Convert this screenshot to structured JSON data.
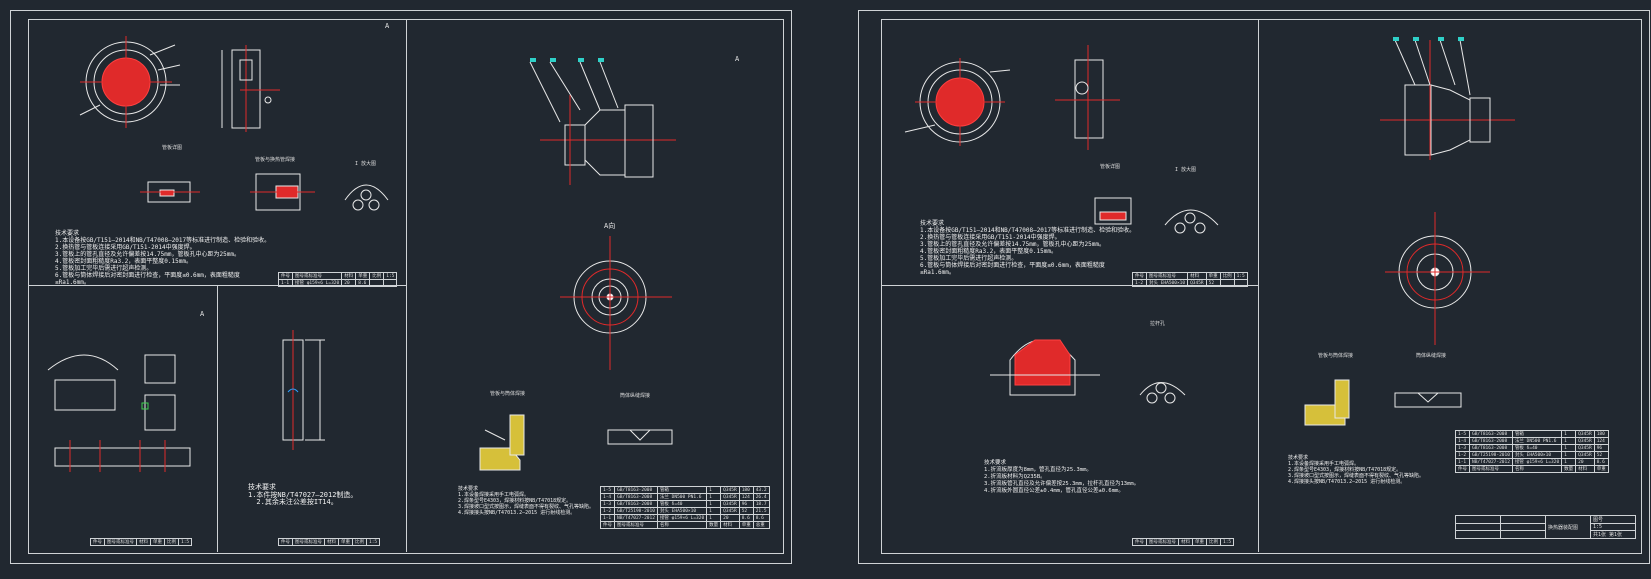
{
  "left_sheet": {
    "north_marks": [
      "A",
      "A",
      "A"
    ],
    "view_label_a": "A向",
    "section_label_1": "管板详图",
    "section_label_2": "管板与换热管焊接",
    "section_label_3": "I 放大图",
    "weld_label_1": "管板与筒体焊接",
    "weld_label_2": "筒体纵缝焊接",
    "notes_top": "技术要求\n1.本设备按GB/T151—2014和NB/T47008—2017等标准进行制造、检验和验收。\n2.换热管与管板连接采用GB/T151-2014中强度焊。\n3.管板上的管孔直径及允许偏差按14.75mm，管板孔中心距为25mm。\n4.管板密封面粗糙度Ra3.2，表面平整度0.15mm。\n5.管板加工完毕后需进行超声检测。\n6.管板与筒体焊接后对密封面进行检查，平面度≤0.6mm，表面粗糙度\n≤Ra1.6mm。",
    "notes_bottom_mid": "技术要求\n1.本件按NB/T47027—2012制造。\n  2.其余未注公差按IT14。",
    "notes_bottom_right": "技术要求\n1.本设备焊接采用手工电弧焊。\n2.焊条型号E4303，焊接材料按NB/T47018规定。\n3.焊接坡口型式按图示，焊缝表面不得有裂纹、气孔等缺陷。\n4.焊接接头按NB/T47013.2—2015 进行射线检测。"
  },
  "right_sheet": {
    "section_label_1": "管板详图",
    "section_label_2": "I 放大图",
    "section_label_3": "拉杆孔",
    "weld_label_1": "管板与筒体焊接",
    "weld_label_2": "筒体纵缝焊接",
    "notes_top": "技术要求\n1.本设备按GB/T151—2014和NB/T47008—2017等标准进行制造、检验和验收。\n2.换热管与管板连接采用GB/T151-2014中强度焊。\n3.管板上的管孔直径及允许偏差按14.75mm，管板孔中心距为25mm。\n4.管板密封面粗糙度Ra3.2，表面平整度0.15mm。\n5.管板加工完毕后需进行超声检测。\n6.管板与筒体焊接后对密封面进行检查，平面度≤0.6mm，表面粗糙度\n≤Ra1.6mm。",
    "notes_bottom_left": "技术要求\n1.折流板厚度为8mm，管孔直径为25.3mm。\n2.折流板材料为Q235B。\n3.折流板管孔直径及允许偏差按25.3mm，拉杆孔直径为13mm。\n4.折流板外圆直径公差±0.4mm，管孔直径公差±0.6mm。",
    "notes_bottom_right": "技术要求\n1.本设备焊接采用手工电弧焊。\n2.焊条型号E4303，焊接材料按NB/T47018规定。\n3.焊接坡口型式按图示，焊缝表面不得有裂纹、气孔等缺陷。\n4.焊接接头按NB/T47013.2—2015 进行射线检测。"
  },
  "parts_table": {
    "rows": [
      [
        "1-5",
        "GB/T8163-2008",
        "管箱",
        "1",
        "Q345R",
        "180",
        "43.2"
      ],
      [
        "1-4",
        "GB/T8163-2008",
        "法兰 DN500 PN1.6",
        "1",
        "Q345R",
        "124",
        "26.4"
      ],
      [
        "1-3",
        "GB/T8163-2008",
        "管板 δ=40",
        "1",
        "Q345R",
        "96",
        "18.7"
      ],
      [
        "1-2",
        "GB/T25198-2010",
        "封头 EHA500×10",
        "1",
        "Q345R",
        "52",
        "21.5"
      ],
      [
        "1-1",
        "NB/T47027-2012",
        "接管 φ159×6 L=320",
        "1",
        "20",
        "8.6",
        "8.6"
      ]
    ],
    "header": [
      "件号",
      "图号或标准号",
      "名称",
      "数量",
      "材料",
      "单重",
      "总重"
    ],
    "footer": [
      "",
      "",
      "",
      "",
      "",
      "比例",
      "1:5"
    ]
  },
  "title_block": {
    "company": "",
    "drawing_title": "换热器装配图",
    "drawing_no": "图号",
    "scale": "1:5",
    "sheet": "共1张 第1张"
  }
}
